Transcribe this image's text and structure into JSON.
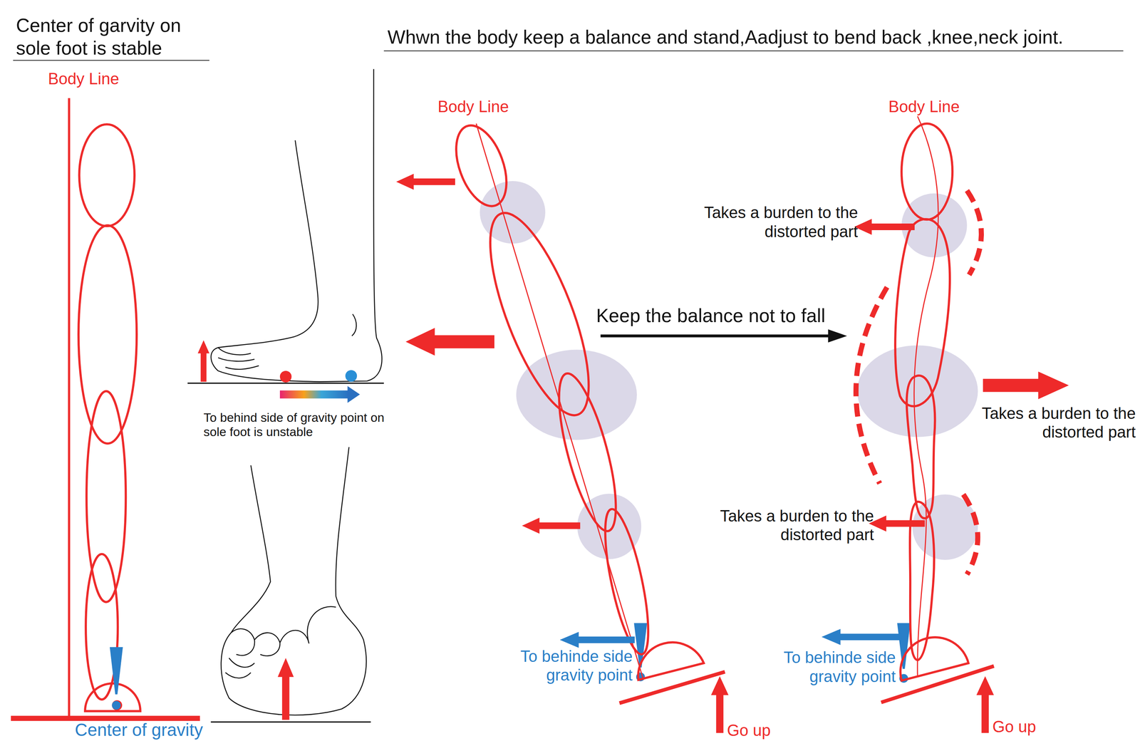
{
  "diagram": {
    "title": "Whwn the body keep a balance and stand,Aadjust to bend back ,knee,neck joint.",
    "labels": [
      "Center of garvity on sole foot is stable",
      "Body Line",
      "To behind side of gravity point on sole foot is unstable",
      "Center of gravity",
      "Body Line",
      "To behinde side gravity point",
      "Go up",
      "Keep the balance not to fall",
      "Body Line",
      "Takes a burden to the distorted part",
      "Takes a burden to the distorted part",
      "Takes a burden to the distorted part",
      "To behinde side gravity point",
      "Go up"
    ]
  }
}
